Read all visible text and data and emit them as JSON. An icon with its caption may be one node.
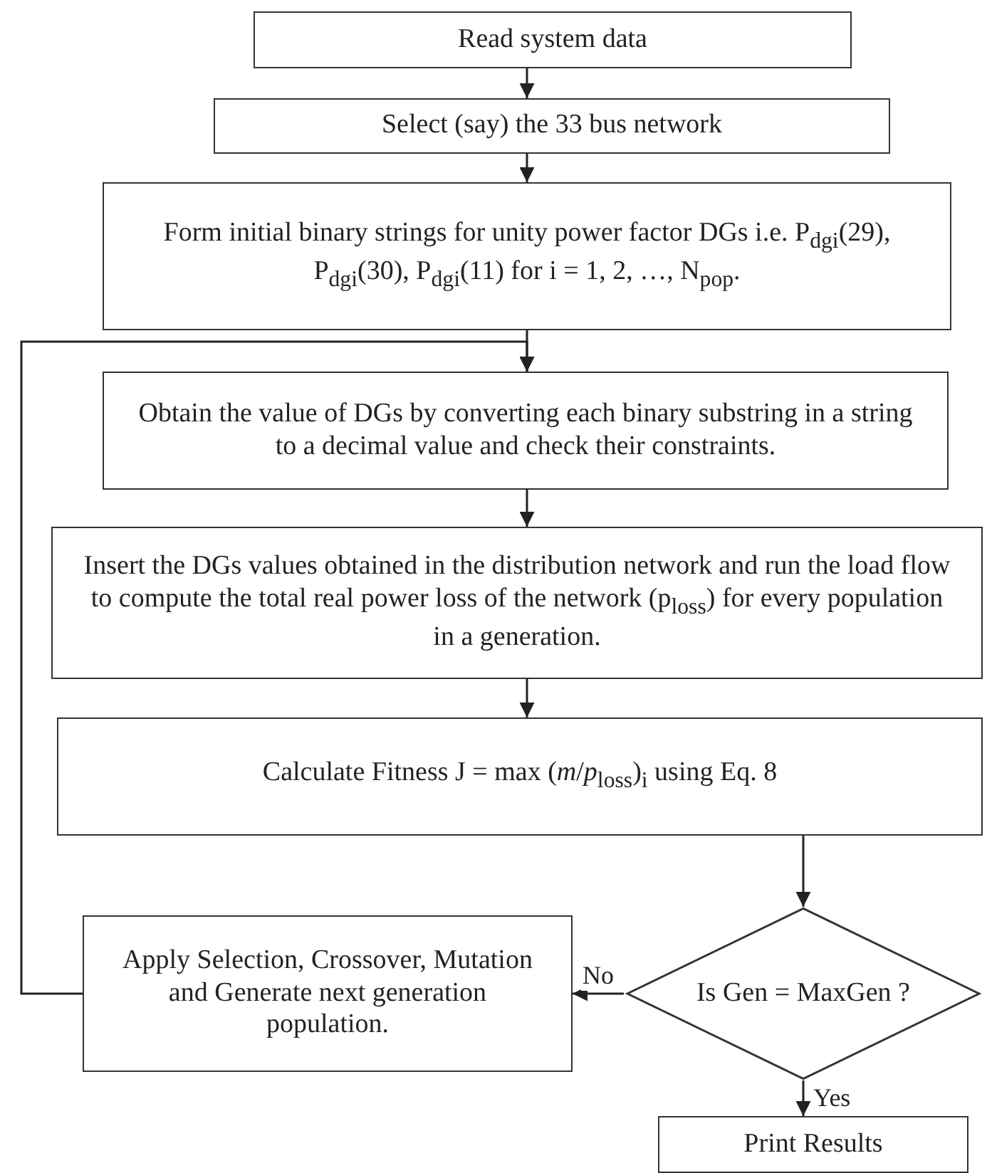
{
  "diagram": {
    "nodes": [
      {
        "text": [
          "Read system data"
        ]
      },
      {
        "text": [
          "Select (say) the 33 bus network"
        ]
      },
      {
        "text": [
          "Form initial binary strings for unity power factor DGs i.e. P$_{dgi}$(29), P$_{dgi}$(30), P$_{dgi}$(11) for i = 1, 2, …, N$_{pop}$."
        ]
      },
      {
        "text": [
          "Obtain the value of DGs by converting each binary substring in a string to a decimal value and check their constraints."
        ]
      },
      {
        "text": [
          "Insert the DGs values obtained in the distribution network and run the load flow to compute the total real power loss of the network (p$_{loss}$) for every population in a generation."
        ]
      },
      {
        "text": [
          "Calculate Fitness J = max (*m*/*p*$_{loss}$)$_{i}$ using Eq. 8"
        ]
      },
      {
        "text": [
          "Is Gen = MaxGen ?"
        ]
      },
      {
        "text": [
          "Apply Selection, Crossover, Mutation and Generate next generation population."
        ]
      },
      {
        "text": [
          "Print Results"
        ]
      }
    ],
    "edges": [
      {
        "from": 0,
        "to": 1,
        "arrow": "to"
      },
      {
        "from": 1,
        "to": 2,
        "arrow": "to"
      },
      {
        "from": 2,
        "to": 3,
        "arrow": "to"
      },
      {
        "from": 3,
        "to": 4,
        "arrow": "to"
      },
      {
        "from": 4,
        "to": 5,
        "arrow": "to"
      },
      {
        "from": 5,
        "to": 6,
        "arrow": "to"
      },
      {
        "from": 6,
        "to": 7,
        "arrow": "to",
        "label": "No"
      },
      {
        "from": 6,
        "to": 8,
        "arrow": "to",
        "label": "Yes"
      },
      {
        "from": 7,
        "to": 3,
        "arrow": "to"
      }
    ]
  }
}
